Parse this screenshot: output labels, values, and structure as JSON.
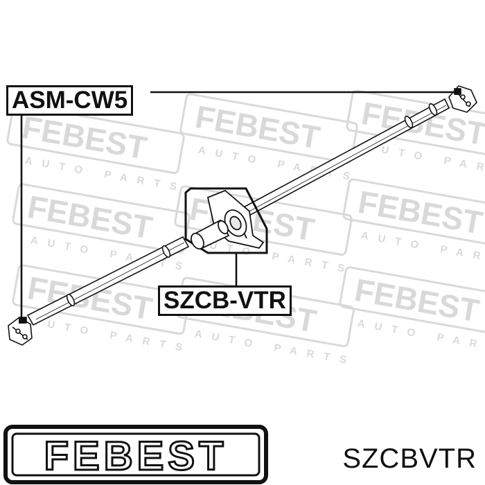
{
  "callouts": {
    "assembly": "ASM-CW5",
    "bearing": "SZCB-VTR"
  },
  "brand": {
    "logo_text": "FEBEST",
    "watermark_text": "FEBEST",
    "watermark_subtext": "AUTO PARTS"
  },
  "part_number": "SZCBVTR",
  "colors": {
    "ink": "#111111",
    "watermark": "#d9d9d9",
    "background": "#ffffff"
  }
}
